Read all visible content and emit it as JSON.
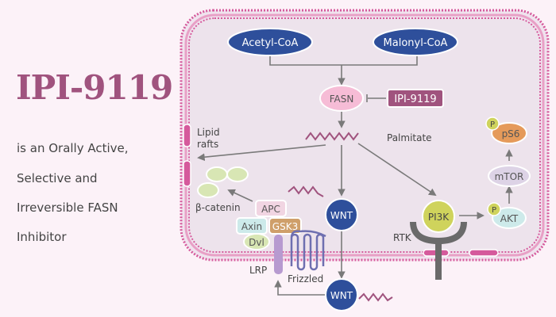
{
  "heading": {
    "title": "IPI-9119",
    "lines": [
      "is an Orally Active,",
      "Selective and",
      "Irreversible FASN",
      "Inhibitor"
    ]
  },
  "diagram": {
    "nodes": {
      "acetyl_coa": "Acetyl-CoA",
      "malonyl_coa": "Malonyl-CoA",
      "fasn": "FASN",
      "inhibitor": "IPI-9119",
      "palmitate": "Palmitate",
      "lipid_rafts_1": "Lipid",
      "lipid_rafts_2": "rafts",
      "beta_catenin": "β-catenin",
      "apc": "APC",
      "axin": "Axin",
      "gsk3": "GSK3",
      "dvl": "Dvl",
      "lrp": "LRP",
      "frizzled": "Frizzled",
      "wnt_inner": "WNT",
      "wnt_outer": "WNT",
      "pi3k": "PI3K",
      "rtk": "RTK",
      "akt": "AKT",
      "mtor": "mTOR",
      "ps6": "pS6",
      "phospho": "P"
    },
    "colors": {
      "title": "#a0537e",
      "navy": "#2e4f9b",
      "fasn": "#f6bcd6",
      "inhibitor": "#a0537e",
      "membrane": "#d55a9c",
      "cell_fill": "#f0e3ee",
      "green": "#d8e6b4",
      "apc": "#f1d5e2",
      "axin": "#cdeaea",
      "gsk3": "#cf9f6a",
      "lrp": "#b79ad0",
      "frizzled": "#6e6fb0",
      "pi3k": "#cfd35c",
      "akt": "#cdeaea",
      "mtor": "#ddd3e6",
      "ps6": "#e59a5a",
      "arrow": "#7a7a7a"
    }
  }
}
